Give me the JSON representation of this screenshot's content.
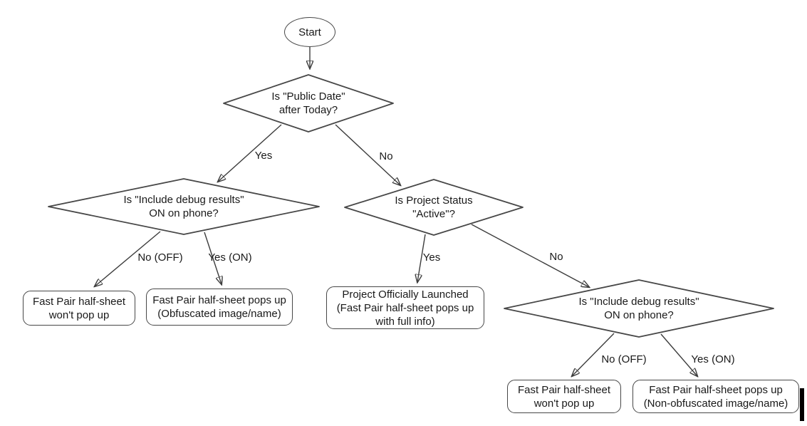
{
  "colors": {
    "background": "#ffffff",
    "shape_stroke": "#474747",
    "edge_stroke": "#3c3c3c",
    "arrowhead": "#161616",
    "text": "#191919",
    "cursor": "#000000"
  },
  "nodes": {
    "start": {
      "shape": "ellipse",
      "label": "Start"
    },
    "public_date": {
      "shape": "diamond",
      "label": "Is \"Public Date\"\nafter Today?"
    },
    "debug_left": {
      "shape": "diamond",
      "label": "Is \"Include debug results\"\nON on phone?"
    },
    "project_status": {
      "shape": "diamond",
      "label": "Is Project Status\n\"Active\"?"
    },
    "debug_right": {
      "shape": "diamond",
      "label": "Is \"Include debug results\"\nON on phone?"
    },
    "no_popup_left": {
      "shape": "rounded-rect",
      "label": "Fast Pair half-sheet\nwon't pop up"
    },
    "obfuscated": {
      "shape": "rounded-rect",
      "label": "Fast Pair half-sheet pops up\n(Obfuscated image/name)"
    },
    "launched": {
      "shape": "rounded-rect",
      "label": "Project Officially Launched\n(Fast Pair half-sheet pops up\nwith full info)"
    },
    "no_popup_right": {
      "shape": "rounded-rect",
      "label": "Fast Pair half-sheet\nwon't pop up"
    },
    "non_obfuscated": {
      "shape": "rounded-rect",
      "label": "Fast Pair half-sheet pops up\n(Non-obfuscated image/name)"
    }
  },
  "edges": {
    "start_to_public_date": {
      "from": "start",
      "to": "public_date",
      "label": ""
    },
    "public_date_yes": {
      "from": "public_date",
      "to": "debug_left",
      "label": "Yes"
    },
    "public_date_no": {
      "from": "public_date",
      "to": "project_status",
      "label": "No"
    },
    "debug_left_no": {
      "from": "debug_left",
      "to": "no_popup_left",
      "label": "No (OFF)"
    },
    "debug_left_yes": {
      "from": "debug_left",
      "to": "obfuscated",
      "label": "Yes (ON)"
    },
    "project_status_yes": {
      "from": "project_status",
      "to": "launched",
      "label": "Yes"
    },
    "project_status_no": {
      "from": "project_status",
      "to": "debug_right",
      "label": "No"
    },
    "debug_right_no": {
      "from": "debug_right",
      "to": "no_popup_right",
      "label": "No (OFF)"
    },
    "debug_right_yes": {
      "from": "debug_right",
      "to": "non_obfuscated",
      "label": "Yes (ON)"
    }
  }
}
